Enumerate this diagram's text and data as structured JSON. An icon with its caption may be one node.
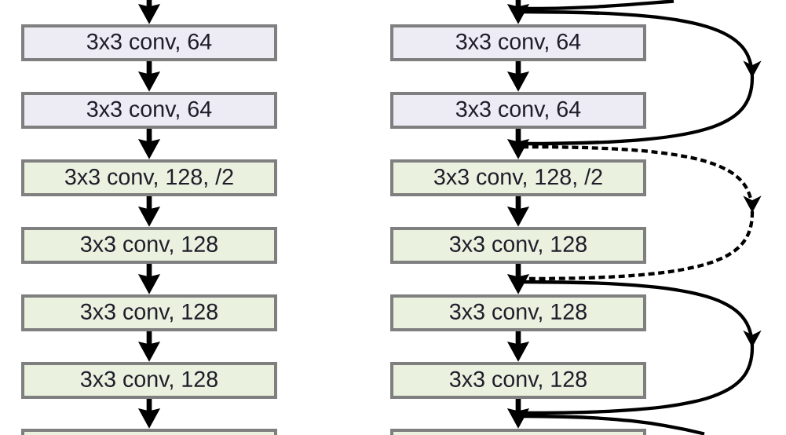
{
  "diagram": {
    "nodes": [
      {
        "text": [
          "3x3 conv, 64"
        ]
      },
      {
        "text": [
          "3x3 conv, 64"
        ]
      },
      {
        "text": [
          "3x3 conv, 128, /2"
        ]
      },
      {
        "text": [
          "3x3 conv, 128"
        ]
      },
      {
        "text": [
          "3x3 conv, 128"
        ]
      },
      {
        "text": [
          "3x3 conv, 128"
        ]
      },
      {
        "text": [],
        "shape": "box"
      },
      {
        "text": [
          "3x3 conv, 64"
        ]
      },
      {
        "text": [
          "3x3 conv, 64"
        ]
      },
      {
        "text": [
          "3x3 conv, 128, /2"
        ]
      },
      {
        "text": [
          "3x3 conv, 128"
        ]
      },
      {
        "text": [
          "3x3 conv, 128"
        ]
      },
      {
        "text": [
          "3x3 conv, 128"
        ]
      },
      {
        "text": [],
        "shape": "box"
      }
    ],
    "edges": [
      {
        "from": null,
        "to": 0,
        "arrow": "to"
      },
      {
        "from": 0,
        "to": 1,
        "arrow": "to"
      },
      {
        "from": 1,
        "to": 2,
        "arrow": "to"
      },
      {
        "from": 2,
        "to": 3,
        "arrow": "to"
      },
      {
        "from": 3,
        "to": 4,
        "arrow": "to"
      },
      {
        "from": 4,
        "to": 5,
        "arrow": "to"
      },
      {
        "from": 5,
        "to": 6,
        "arrow": "to"
      },
      {
        "from": null,
        "to": 7,
        "arrow": "to"
      },
      {
        "from": null,
        "to": 7,
        "arrow": "none"
      },
      {
        "from": 7,
        "to": 8,
        "arrow": "to"
      },
      {
        "from": 8,
        "to": 9,
        "arrow": "to"
      },
      {
        "from": 9,
        "to": 10,
        "arrow": "to"
      },
      {
        "from": 10,
        "to": 11,
        "arrow": "to"
      },
      {
        "from": 11,
        "to": 12,
        "arrow": "to"
      },
      {
        "from": 12,
        "to": 13,
        "arrow": "to"
      },
      {
        "from": 7,
        "to": 9,
        "arrow": "to"
      },
      {
        "from": 9,
        "to": 11,
        "arrow": "to",
        "style": "dashed"
      },
      {
        "from": 11,
        "to": 13,
        "arrow": "to"
      },
      {
        "from": 13,
        "to": null,
        "arrow": "none"
      }
    ]
  }
}
